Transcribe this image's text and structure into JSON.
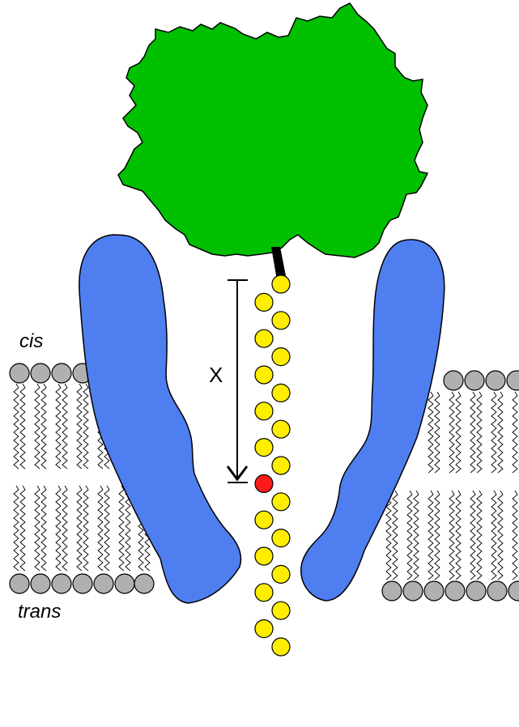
{
  "labels": {
    "cis": "cis",
    "trans": "trans",
    "distance": "X"
  },
  "colors": {
    "protein": "#00c000",
    "pore": "#4f7ef0",
    "residue": "#ffee00",
    "marked_residue": "#ff1a1a",
    "lipid_head": "#b0b0b0",
    "outline": "#000000"
  },
  "icons": {
    "protein": "folded-protein-blob",
    "pore": "nanopore-channel",
    "chain": "peptide-bead-chain",
    "membrane": "lipid-bilayer",
    "measure": "distance-arrow"
  }
}
